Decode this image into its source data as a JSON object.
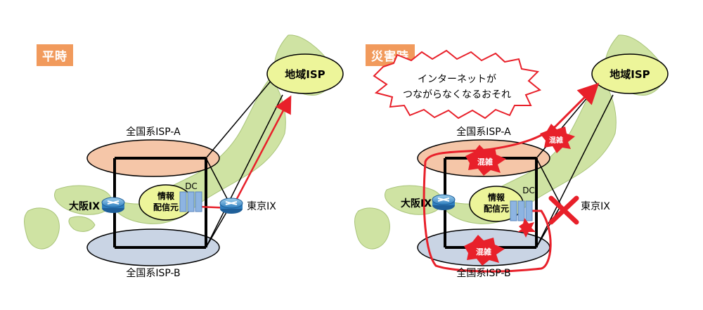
{
  "left": {
    "badge": "平時",
    "regional_isp": "地域ISP",
    "isp_a": "全国系ISP-A",
    "isp_b": "全国系ISP-B",
    "osaka_ix": "大阪IX",
    "tokyo_ix": "東京IX",
    "dc": "DC",
    "content_source_line1": "情報",
    "content_source_line2": "配信元"
  },
  "right": {
    "badge": "災害時",
    "regional_isp": "地域ISP",
    "isp_a": "全国系ISP-A",
    "isp_b": "全国系ISP-B",
    "osaka_ix": "大阪IX",
    "tokyo_ix": "東京IX",
    "dc": "DC",
    "content_source_line1": "情報",
    "content_source_line2": "配信元",
    "warning_line1": "インターネットが",
    "warning_line2": "つながらなくなるおそれ",
    "congestion_label": "混雑"
  },
  "colors": {
    "badge": "#f19a5c",
    "land": "#cfe3a3",
    "land_stroke": "#a9c47a",
    "isp_a_fill": "#f5c6a8",
    "isp_b_fill": "#c9d4e4",
    "regional_isp_fill": "#edf59a",
    "route_red": "#e8202a",
    "dc_blue": "#8db4e2"
  }
}
